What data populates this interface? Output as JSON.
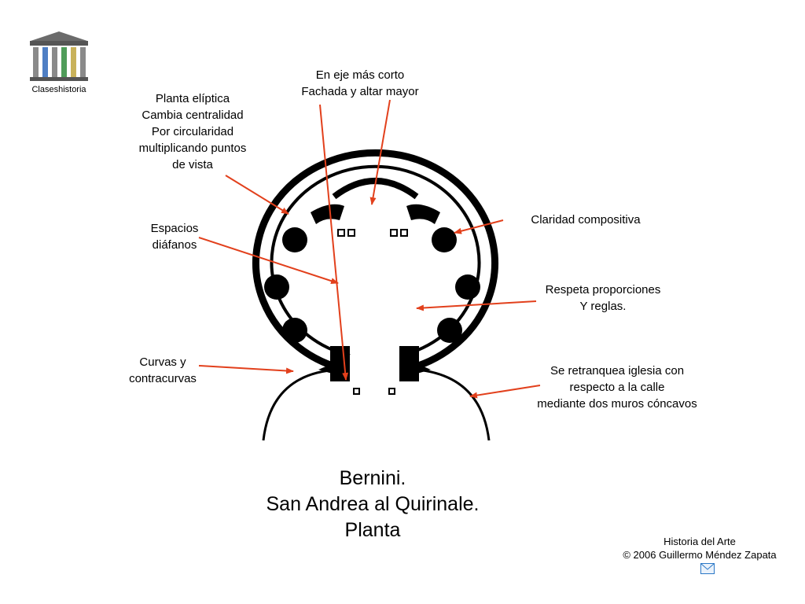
{
  "logo": {
    "label": "Claseshistoria",
    "icon": "greek-temple-icon"
  },
  "annotations": {
    "eje": [
      "En eje más corto",
      "Fachada y altar mayor"
    ],
    "planta": [
      "Planta elíptica",
      "Cambia centralidad",
      "Por circularidad",
      "multiplicando puntos",
      "de vista"
    ],
    "espacios": [
      "Espacios",
      "diáfanos"
    ],
    "curvas": [
      "Curvas y",
      "contracurvas"
    ],
    "claridad": [
      "Claridad compositiva"
    ],
    "respeta": [
      "Respeta proporciones",
      "Y reglas."
    ],
    "retranquea": [
      "Se retranquea iglesia con",
      "respecto a la calle",
      "mediante dos muros cóncavos"
    ]
  },
  "title": [
    "Bernini.",
    "San Andrea al Quirinale.",
    "Planta"
  ],
  "credits": [
    "Historia del Arte",
    "© 2006 Guillermo Méndez Zapata"
  ],
  "icons": {
    "mail": "envelope-icon"
  },
  "colors": {
    "arrow": "#e2401c",
    "plan": "#000000",
    "envelope": "#2b78c7"
  }
}
